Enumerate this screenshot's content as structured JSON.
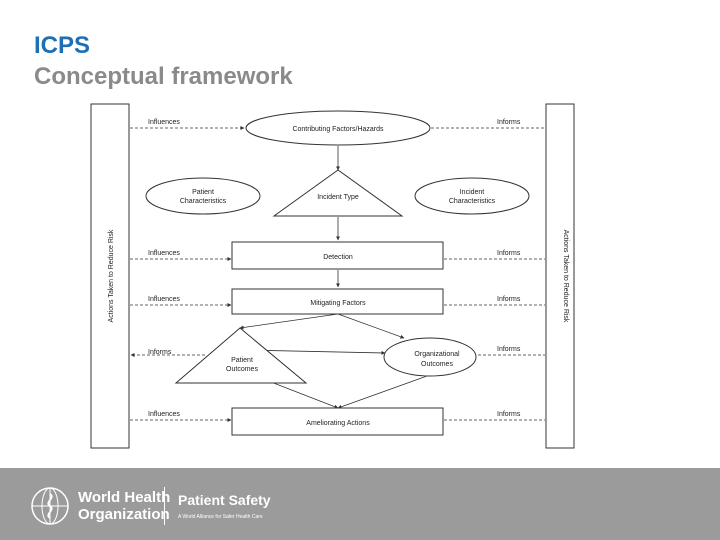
{
  "header": {
    "title": "ICPS",
    "subtitle": "Conceptual framework"
  },
  "diagram": {
    "left_bar_label": "Actions Taken to Reduce Risk",
    "right_bar_label": "Actions Taken to Reduce Risk",
    "nodes": {
      "contributing": "Contributing Factors/Hazards",
      "patient_chars": [
        "Patient",
        "Characteristics"
      ],
      "incident_type": "Incident Type",
      "incident_chars": [
        "Incident",
        "Characteristics"
      ],
      "detection": "Detection",
      "mitigating": "Mitigating Factors",
      "patient_outcomes": [
        "Patient",
        "Outcomes"
      ],
      "org_outcomes": [
        "Organizational",
        "Outcomes"
      ],
      "ameliorating": "Ameliorating Actions"
    },
    "edge_labels": {
      "influences": "Influences",
      "informs": "Informs"
    }
  },
  "footer": {
    "org_line1": "World Health",
    "org_line2": "Organization",
    "program": "Patient Safety",
    "tagline": "A World Alliance for Safer Health Care"
  }
}
